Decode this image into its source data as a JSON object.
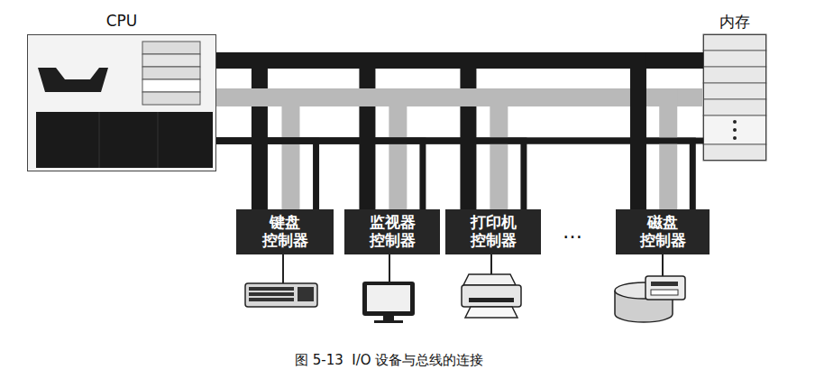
{
  "diagram": {
    "caption": "图 5-13  I/O 设备与总线的连接",
    "nodes": [
      {
        "text": [
          "CPU"
        ]
      },
      {
        "text": [
          "内存"
        ]
      },
      {
        "text": [
          "键盘 控制器"
        ]
      },
      {
        "text": [
          "监视器 控制器"
        ]
      },
      {
        "text": [
          "打印机 控制器"
        ]
      },
      {
        "text": [
          "磁盘 控制器"
        ]
      }
    ],
    "edges": [
      {
        "from": 0,
        "to": 1,
        "arrow": "none"
      },
      {
        "from": 0,
        "to": 2,
        "arrow": "none"
      },
      {
        "from": 0,
        "to": 3,
        "arrow": "none"
      },
      {
        "from": 0,
        "to": 4,
        "arrow": "none"
      },
      {
        "from": 0,
        "to": 5,
        "arrow": "none"
      }
    ],
    "labels": [
      "…"
    ]
  }
}
